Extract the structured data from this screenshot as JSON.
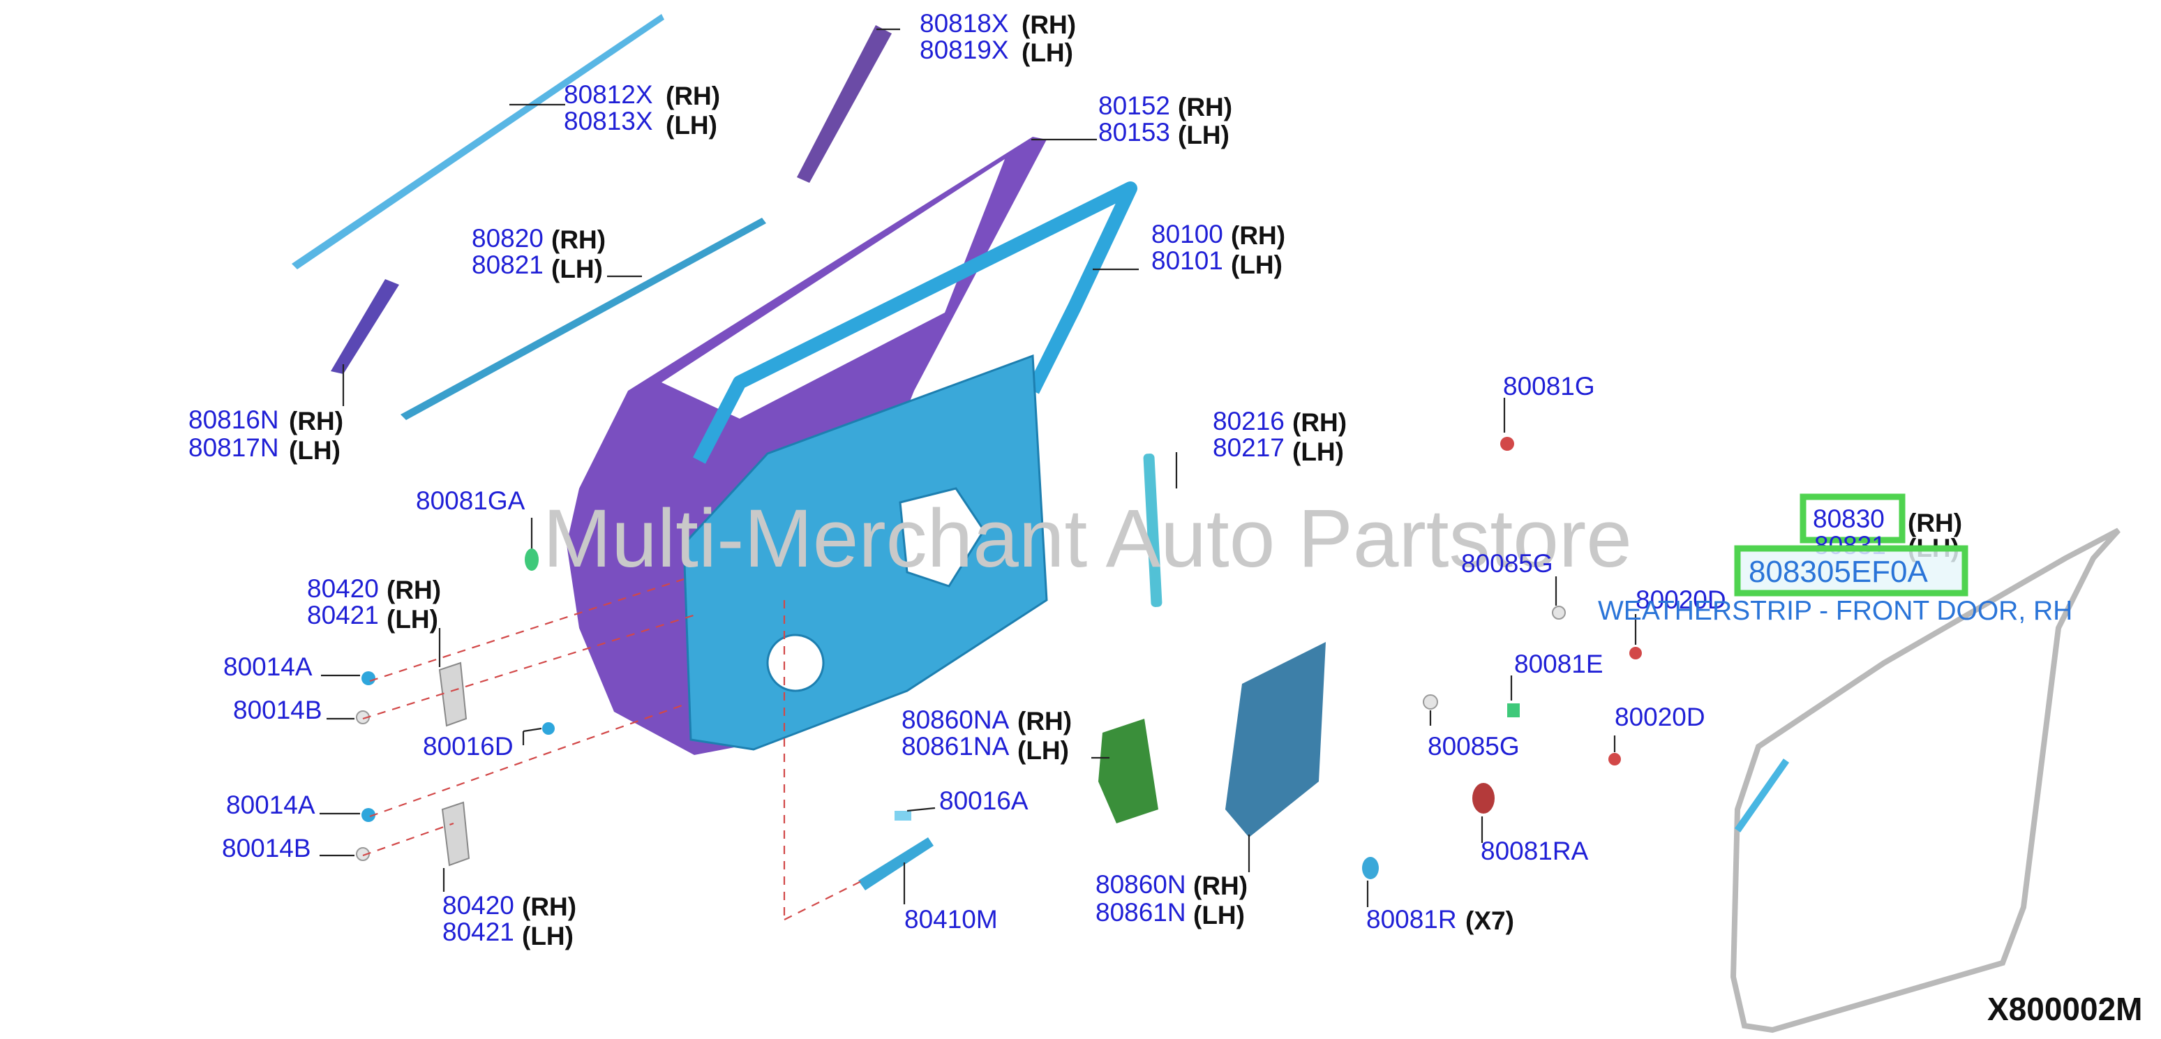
{
  "diagram": {
    "code": "X800002M",
    "watermark": "Multi-Merchant Auto Partstore",
    "highlight": {
      "part_number": "808305EF0A",
      "description": "WEATHERSTRIP - FRONT DOOR, RH"
    },
    "labels": {
      "p80818X": "80818X",
      "p80819X": "80819X",
      "p80812X": "80812X",
      "p80813X": "80813X",
      "p80152": "80152",
      "p80153": "80153",
      "p80820": "80820",
      "p80821": "80821",
      "p80100": "80100",
      "p80101": "80101",
      "p80816N": "80816N",
      "p80817N": "80817N",
      "p80081G": "80081G",
      "p80216": "80216",
      "p80217": "80217",
      "p80081GA": "80081GA",
      "p80830": "80830",
      "p80831": "80831",
      "p80085G_a": "80085G",
      "p80020D_a": "80020D",
      "p80420_a": "80420",
      "p80421_a": "80421",
      "p80014A_a": "80014A",
      "p80014B_a": "80014B",
      "p80016D": "80016D",
      "p80081E": "80081E",
      "p80860NA": "80860NA",
      "p80861NA": "80861NA",
      "p80085G_b": "80085G",
      "p80020D_b": "80020D",
      "p80016A": "80016A",
      "p80014A_b": "80014A",
      "p80014B_b": "80014B",
      "p80081RA": "80081RA",
      "p80860N": "80860N",
      "p80861N": "80861N",
      "p80420_b": "80420",
      "p80421_b": "80421",
      "p80410M": "80410M",
      "p80081R": "80081R"
    },
    "side_rh": "(RH)",
    "side_lh": "(LH)",
    "qty_x7": "(X7)",
    "colors": {
      "part_number": "#1f1fd6",
      "highlight_box": "#4fd34f",
      "highlight_text": "#2a74d8",
      "door_outer": "#7a4fc0",
      "door_frame": "#2ea6dc",
      "leader_line": "#222222",
      "dashed_line": "#d24848"
    }
  }
}
